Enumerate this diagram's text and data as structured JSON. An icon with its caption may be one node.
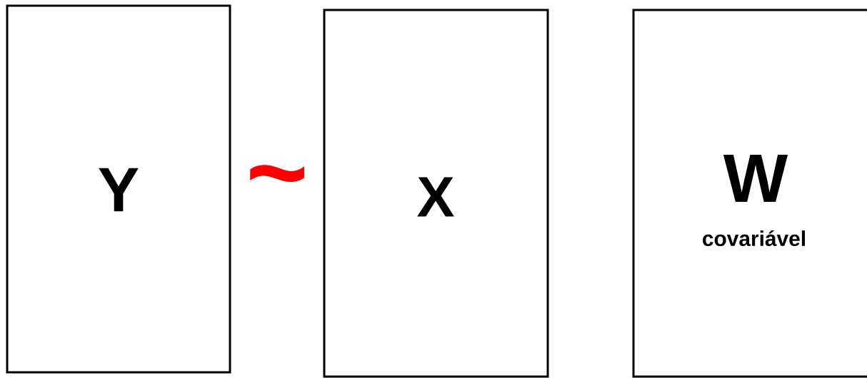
{
  "diagram": {
    "nodes": [
      {
        "text": [
          "Y"
        ]
      },
      {
        "text": [
          "X"
        ]
      },
      {
        "text": [
          "W",
          "covariável"
        ]
      }
    ],
    "edges": [],
    "labels": [
      "~"
    ]
  }
}
